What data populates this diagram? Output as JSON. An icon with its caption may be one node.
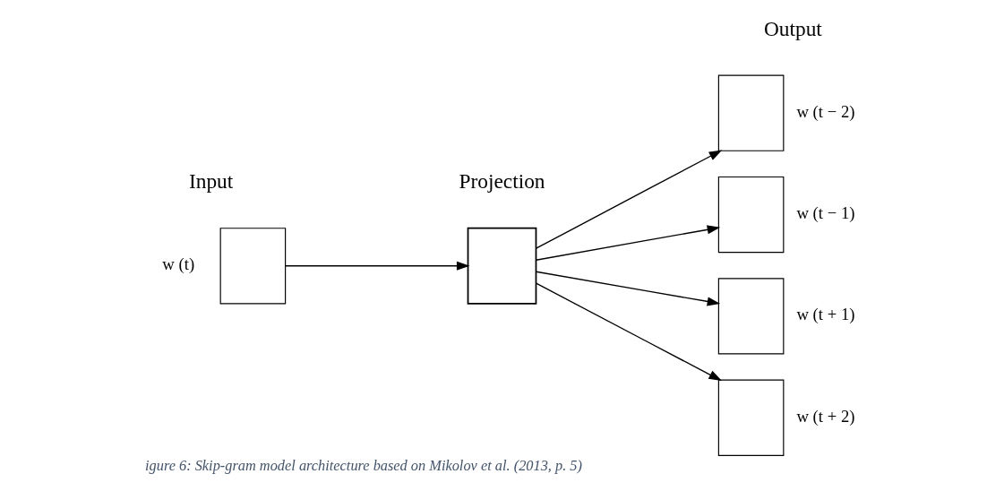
{
  "diagram": {
    "caption": "igure 6: Skip-gram model architecture based on Mikolov et al. (2013, p. 5)",
    "nodes": [
      {
        "text": [],
        "shape": "box",
        "beside": [
          "w (t)"
        ]
      },
      {
        "text": [],
        "shape": "box"
      },
      {
        "text": [],
        "shape": "box",
        "beside": [
          "w (t − 2)"
        ]
      },
      {
        "text": [],
        "shape": "box",
        "beside": [
          "w (t − 1)"
        ]
      },
      {
        "text": [],
        "shape": "box",
        "beside": [
          "w (t + 1)"
        ]
      },
      {
        "text": [],
        "shape": "box",
        "beside": [
          "w (t + 2)"
        ]
      }
    ],
    "edges": [
      {
        "from": 0,
        "to": 1,
        "arrow": "to"
      },
      {
        "from": 1,
        "to": 2,
        "arrow": "to"
      },
      {
        "from": 1,
        "to": 3,
        "arrow": "to"
      },
      {
        "from": 1,
        "to": 4,
        "arrow": "to"
      },
      {
        "from": 1,
        "to": 5,
        "arrow": "to"
      }
    ],
    "labels": [
      "Input",
      "Projection",
      "Output"
    ]
  }
}
